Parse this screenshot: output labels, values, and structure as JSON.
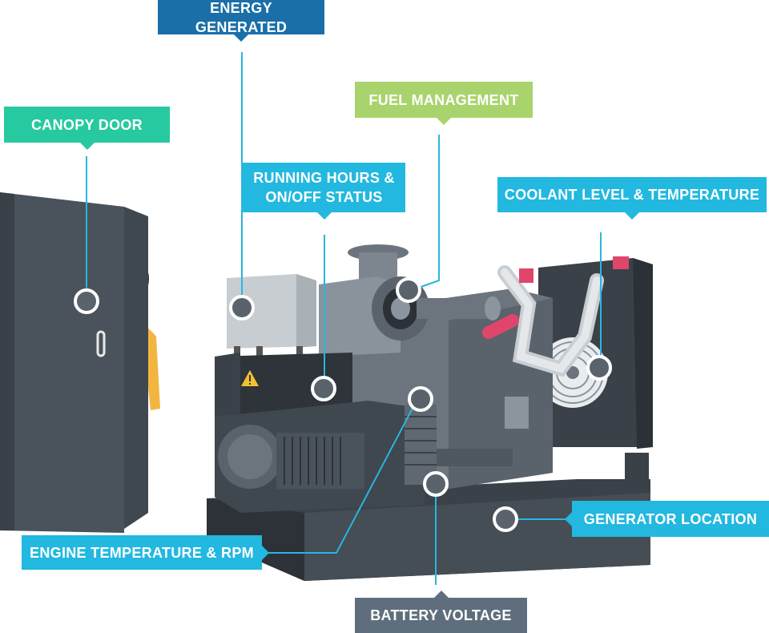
{
  "colors": {
    "energy": "#1a6fa8",
    "canopy": "#27c9a0",
    "fuel": "#a9d36c",
    "running": "#22b8e0",
    "coolant": "#22b8e0",
    "generator_location": "#22b8e0",
    "engine_temp": "#22b8e0",
    "battery": "#5f6e7c",
    "connector_line": "#29b6e0",
    "machine_dark": "#3b4249",
    "machine_mid": "#5c656d",
    "machine_light": "#7d868f"
  },
  "labels": {
    "energy_generated": "ENERGY GENERATED",
    "canopy_door": "CANOPY DOOR",
    "fuel_management": "FUEL MANAGEMENT",
    "running_hours": "RUNNING HOURS &\nON/OFF STATUS",
    "coolant": "COOLANT LEVEL & TEMPERATURE",
    "generator_location": "GENERATOR LOCATION",
    "engine_temperature": "ENGINE TEMPERATURE & RPM",
    "battery_voltage": "BATTERY VOLTAGE"
  },
  "icons": {
    "warning": "warning-triangle-icon"
  }
}
